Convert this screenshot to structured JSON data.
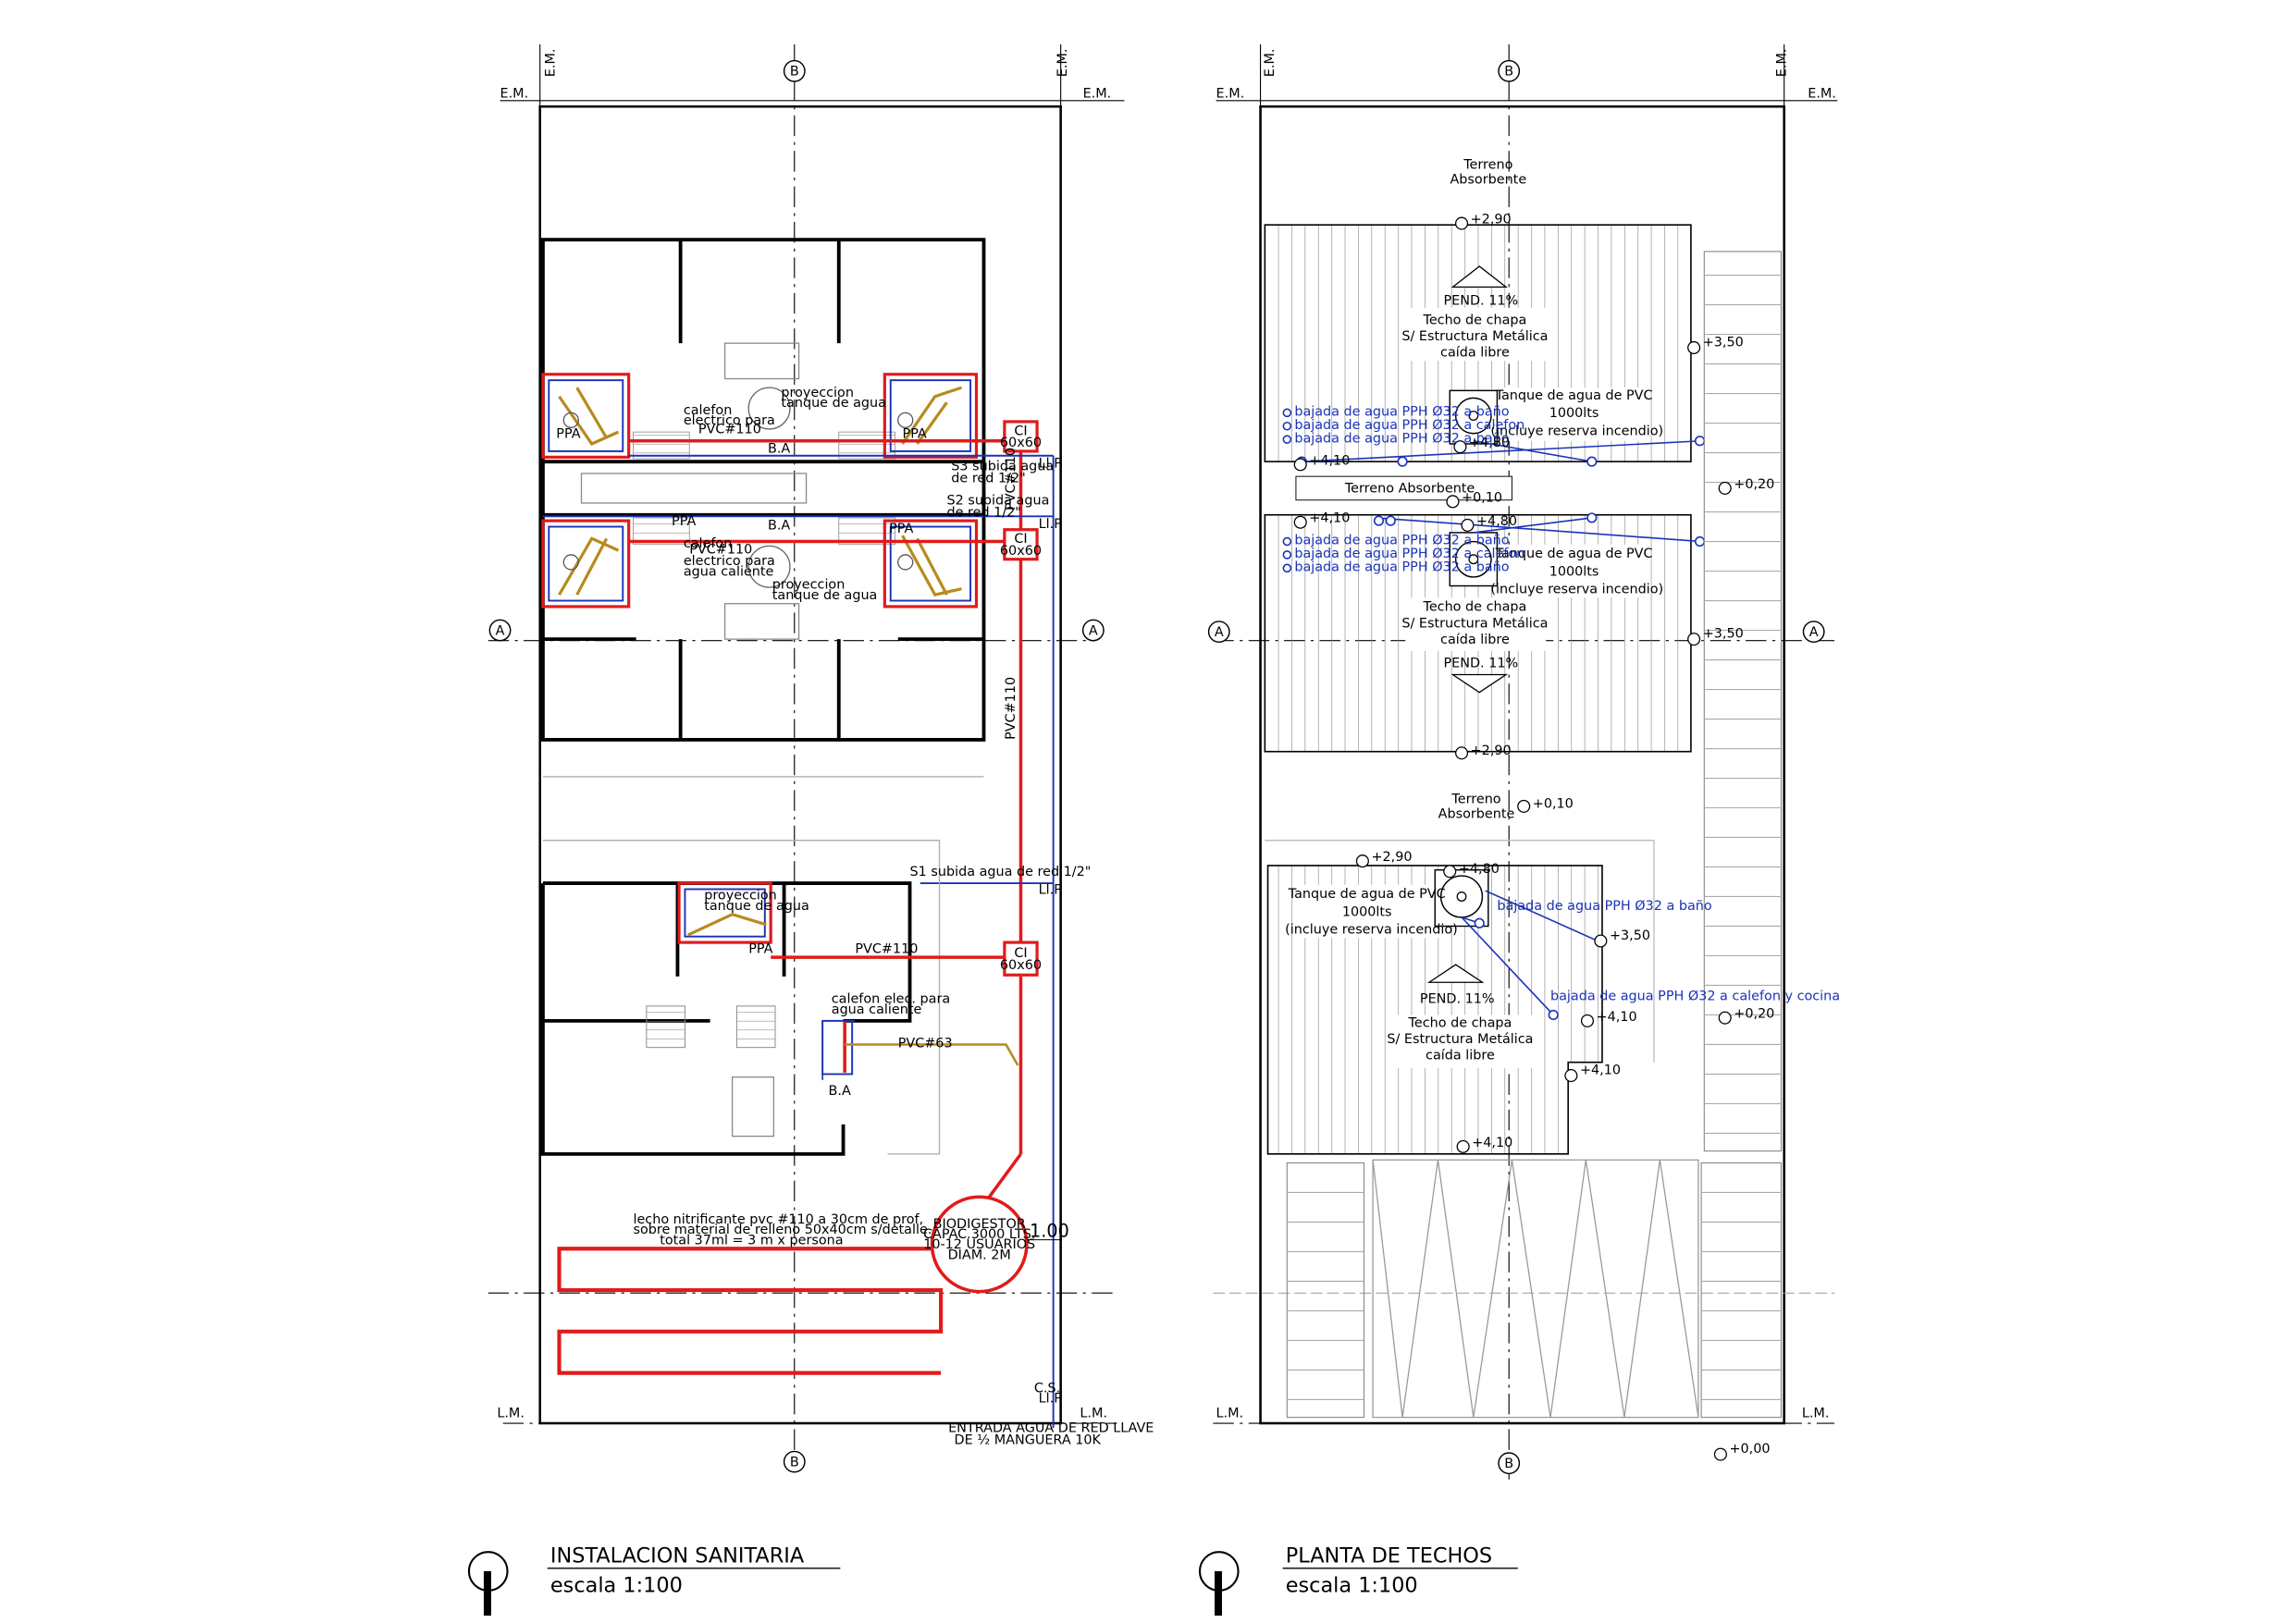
{
  "sheet": {
    "left_drawing": {
      "title": "INSTALACION SANITARIA",
      "scale": "escala 1:100",
      "axis_labels": {
        "top": "B",
        "bottom": "B",
        "left": "A",
        "right": "A"
      },
      "edge_labels": {
        "em_top_left": "E.M.",
        "em_top_right": "E.M.",
        "em_side_left": "E.M.",
        "em_side_right": "E.M.",
        "lm_left": "L.M.",
        "lm_right": "L.M."
      },
      "annotations": {
        "ci1": "CI",
        "ci1_size": "60x60",
        "ci2": "CI",
        "ci2_size": "60x60",
        "ci3": "CI",
        "ci3_size": "60x60",
        "pvc110_a": "PVC#110",
        "pvc110_b": "PVC#110",
        "pvc110_c": "PVC#110",
        "pvc110_d": "PVC#110",
        "pvc110_e": "PVC#110",
        "pvc63": "PVC#63",
        "subida1a": "S3 subida agua",
        "subida1b": "de red 1/2\"",
        "subida2a": "S2 subida agua",
        "subida2b": "de red 1/2\"",
        "subida3": "S1 subida agua de red 1/2\"",
        "calefon1a": "calefon",
        "calefon1b": "electrico para",
        "calefon1c": "agua caliente",
        "proy1a": "proyeccion",
        "proy1b": "tanque de agua",
        "calefon2a": "calefon",
        "calefon2b": "electrico para",
        "calefon2c": "agua caliente",
        "proy2a": "proyeccion",
        "proy2b": "tanque de agua",
        "proy3a": "proyeccion",
        "proy3b": "tanque de agua",
        "calefon3a": "calefon elec. para",
        "calefon3b": "agua caliente",
        "zanja1": "lecho nitrificante pvc #110 a  30cm de prof,",
        "zanja2": "sobre material de relleno 50x40cm s/detalle.",
        "zanja3": "total 37ml = 3 m x persona",
        "bio1": "BIODIGESTOR",
        "bio2": "CAPAC.3000 LTS.",
        "bio3": "10-12 USUARIOS",
        "bio4": "DIAM. 2M",
        "dim_100": "1.00",
        "entrada1": "ENTRADA AGUA DE RED LLAVE",
        "entrada2": "DE ½ MANGUERA 10K",
        "cs": "C.S.",
        "llp1": "Ll.P",
        "llp2": "Ll.P",
        "llp3": "Ll.P",
        "llp4": "Ll.P",
        "ba1": "B.A",
        "ba2": "B.A",
        "ba3": "B.A",
        "ppa1": "PPA",
        "ppa2": "PPA",
        "ppa3": "PPA",
        "ppa4": "PPA",
        "ppa5": "PPA"
      }
    },
    "right_drawing": {
      "title": "PLANTA DE TECHOS",
      "scale": "escala 1:100",
      "axis_labels": {
        "top": "B",
        "bottom": "B",
        "left": "A",
        "right": "A"
      },
      "edge_labels": {
        "em_top_left": "E.M.",
        "em_top_right": "E.M.",
        "em_side_left": "E.M.",
        "em_side_right": "E.M.",
        "lm_left": "L.M.",
        "lm_right": "L.M."
      },
      "annotations": {
        "terreno1a": "Terreno",
        "terreno1b": "Absorbente",
        "terreno2": "Terreno Absorbente",
        "terreno3a": "Terreno",
        "terreno3b": "Absorbente",
        "pend1": "PEND. 11%",
        "pend2": "PEND. 11%",
        "pend3": "PEND. 11%",
        "techo1a": "Techo de chapa",
        "techo1b": "S/ Estructura Metálica",
        "techo1c": "caída libre",
        "techo2a": "Techo de chapa",
        "techo2b": "S/ Estructura Metálica",
        "techo2c": "caída libre",
        "techo3a": "Techo de chapa",
        "techo3b": "S/ Estructura Metálica",
        "techo3c": "caída libre",
        "tanque1a": "Tanque de agua de PVC",
        "tanque1b": "1000lts",
        "tanque1c": "(incluye reserva incendio)",
        "tanque2a": "Tanque de agua de PVC",
        "tanque2b": "1000lts",
        "tanque2c": "(incluye reserva incendio)",
        "tanque3a": "Tanque de agua de PVC",
        "tanque3b": "1000lts",
        "tanque3c": "(incluye reserva incendio)",
        "bajada_bano": "bajada de agua PPH Ø32 a baño",
        "bajada_calefon": "bajada de agua PPH Ø32 a calefon",
        "bajada_bano_b": "bajada de agua PPH Ø32 a baño",
        "bajada_bano_c": "bajada de agua PPH Ø32 a baño",
        "bajada_calefon_b": "bajada de agua PPH Ø32 a calefon",
        "bajada_bano_d": "bajada de agua PPH Ø32 a baño",
        "bajada_bano_e": "bajada de agua PPH Ø32 a baño",
        "bajada_calefon_cocina": "bajada de agua PPH Ø32 a calefon y cocina",
        "lvl_290a": "+2,90",
        "lvl_350a": "+3,50",
        "lvl_410a": "+4,10",
        "lvl_480a": "+4,80",
        "lvl_020a": "+0,20",
        "lvl_010a": "+0,10",
        "lvl_410b": "+4,10",
        "lvl_480b": "+4,80",
        "lvl_350b": "+3,50",
        "lvl_290b": "+2,90",
        "lvl_010b": "+0,10",
        "lvl_290c": "+2,90",
        "lvl_480c": "+4,80",
        "lvl_350c": "+3,50",
        "lvl_410c": "+4,10",
        "lvl_020b": "+0,20",
        "lvl_410d": "+4,10",
        "lvl_410e": "+4,10",
        "lvl_000": "+0,00"
      }
    }
  },
  "colors": {
    "drain": "#e01b1b",
    "water": "#1a33b8",
    "hot": "#b88a1e",
    "line": "#000000"
  }
}
